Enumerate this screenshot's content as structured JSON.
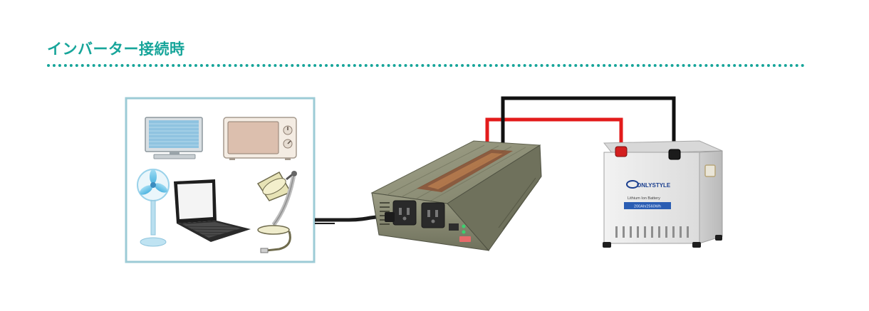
{
  "section": {
    "title": "インバーター接続時",
    "accent_color": "#17a59a"
  },
  "diagram": {
    "appliances": [
      "tv-icon",
      "microwave-icon",
      "fan-icon",
      "laptop-icon",
      "desk-lamp-icon"
    ],
    "inverter": {
      "icon": "inverter-icon"
    },
    "battery": {
      "brand": "ONLYSTYLE",
      "model_label": "Lithium Ion Battery",
      "capacity_label": "200Ah/2560Wh"
    },
    "cables": {
      "positive_color": "#e31b1b",
      "negative_color": "#111111",
      "ac_color": "#1c1c1c"
    }
  }
}
